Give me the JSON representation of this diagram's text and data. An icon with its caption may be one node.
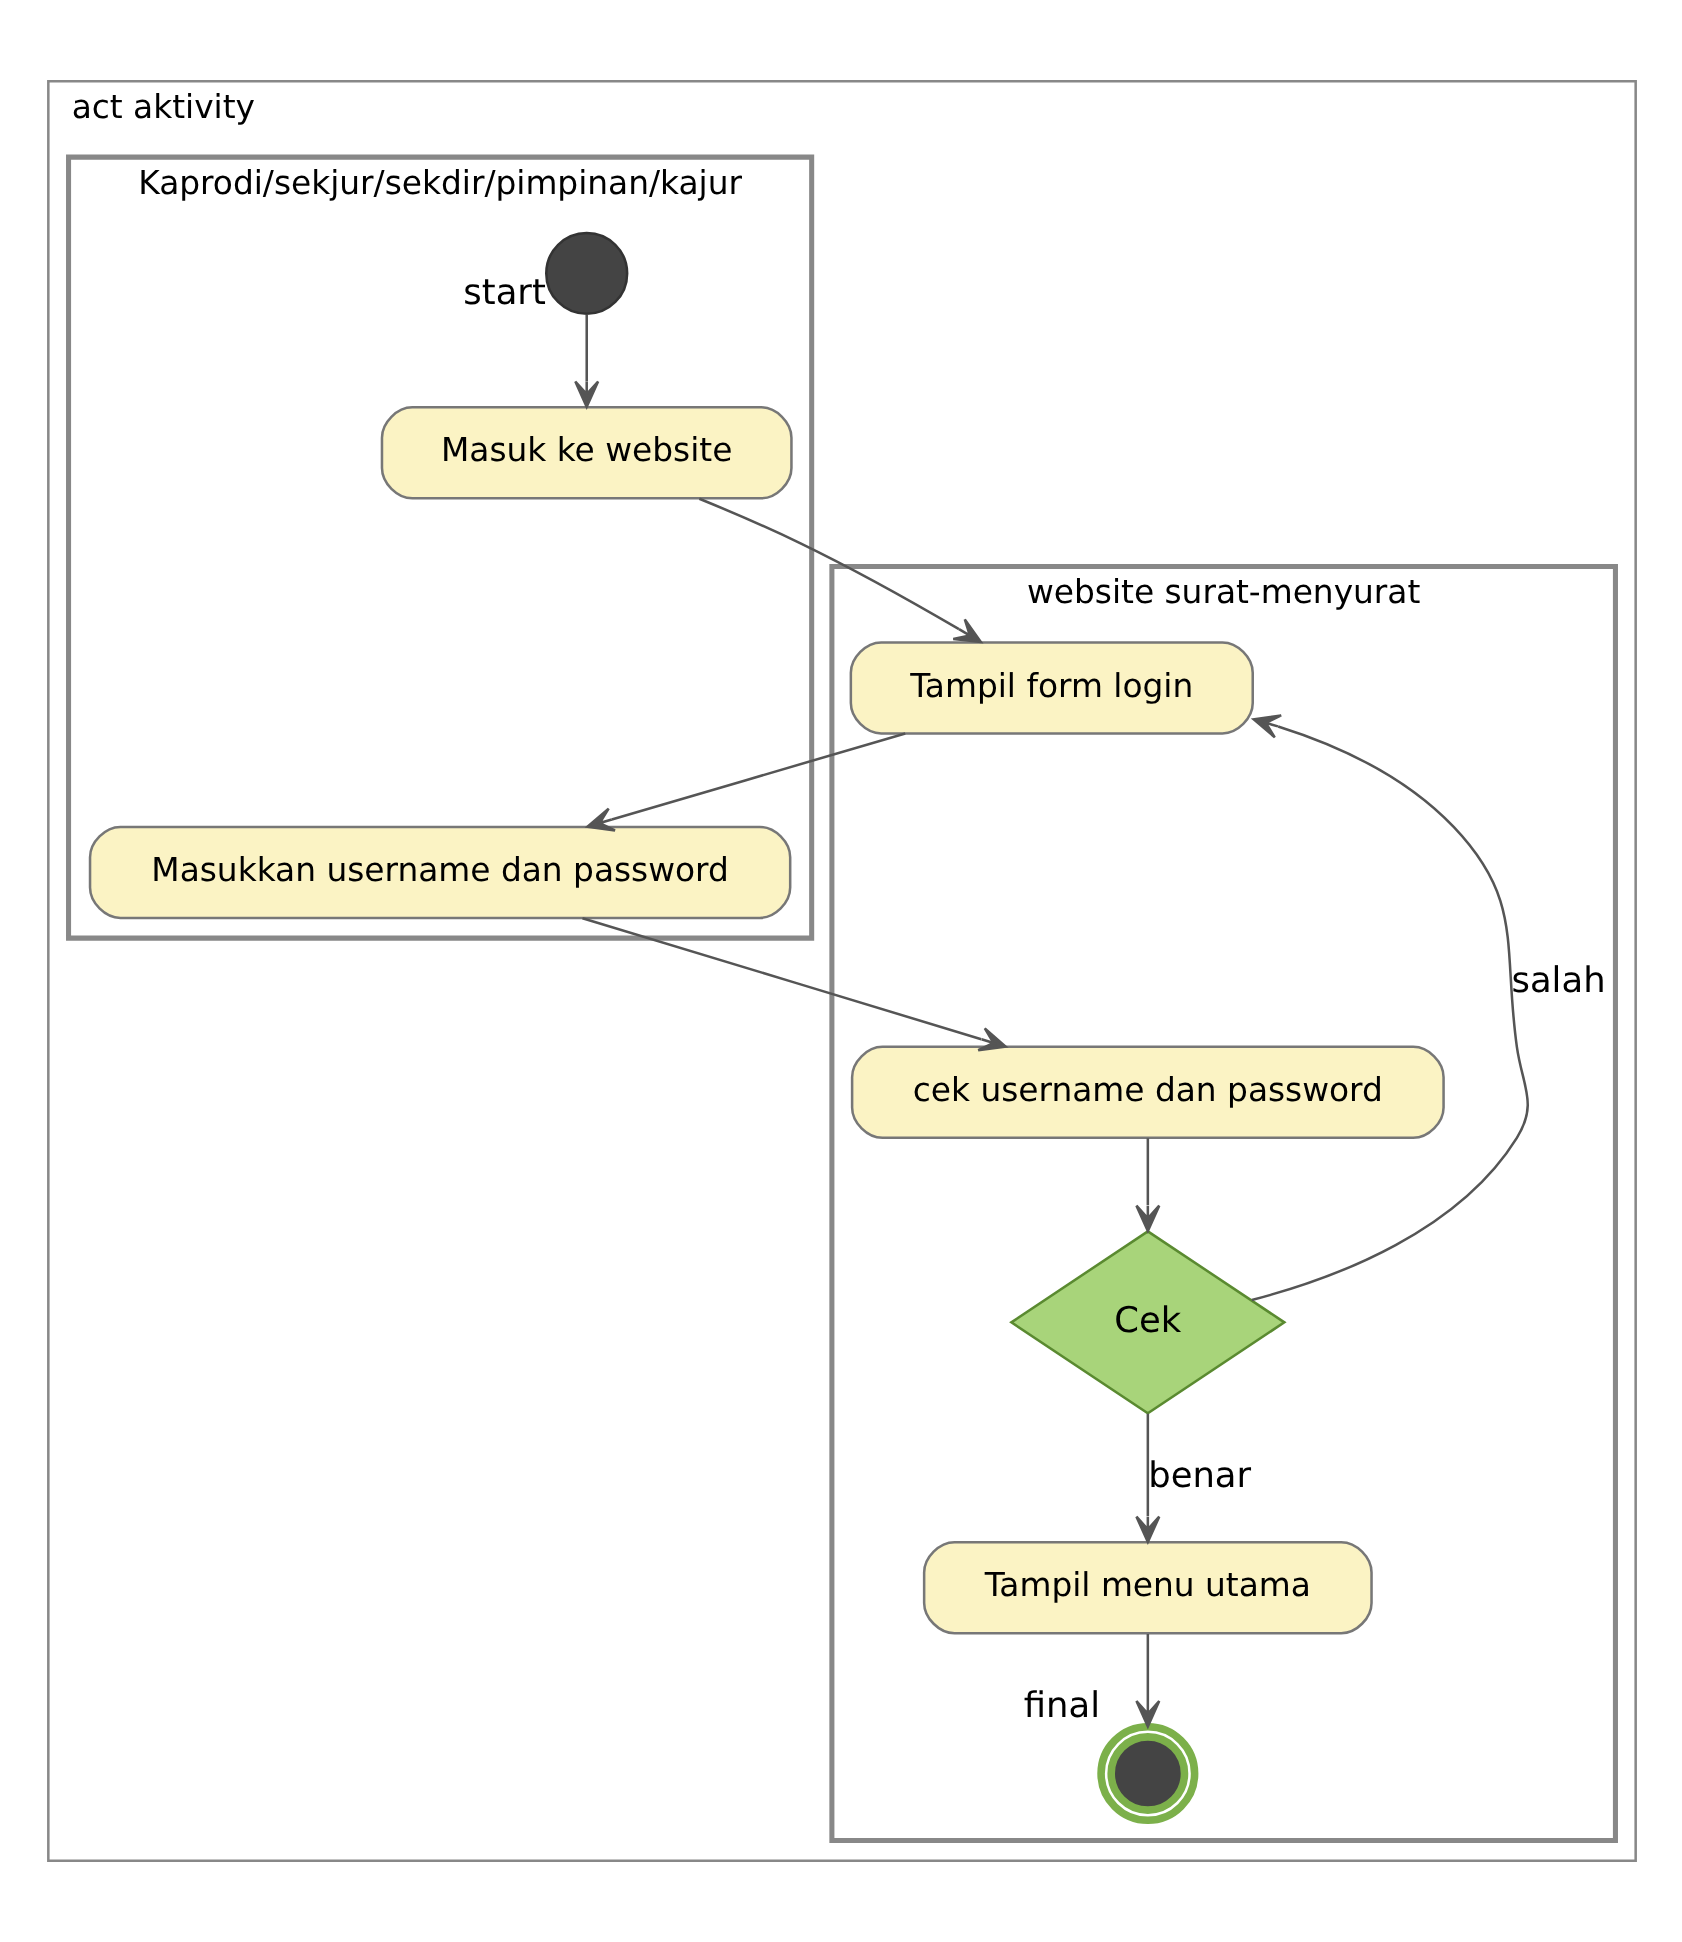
{
  "diagram": {
    "nodes": [
      {
        "text": [
          "act aktivity"
        ]
      },
      {
        "text": [
          "Kaprodi/sekjur/sekdir/pimpinan/kajur"
        ],
        "in": 0
      },
      {
        "text": [
          "website surat-menyurat"
        ],
        "in": 0
      },
      {
        "text": [],
        "shape": "circle",
        "beside": [
          "start"
        ],
        "in": 1
      },
      {
        "text": [
          "Masuk ke website"
        ],
        "in": 1
      },
      {
        "text": [
          "Tampil form login"
        ],
        "in": 2
      },
      {
        "text": [
          "Masukkan username dan password"
        ],
        "in": 1
      },
      {
        "text": [
          "cek username dan password"
        ],
        "in": 2
      },
      {
        "text": [
          "Cek"
        ],
        "in": 2
      },
      {
        "text": [
          "Tampil menu utama"
        ],
        "in": 2
      },
      {
        "text": [],
        "shape": "circle",
        "beside": [
          "final"
        ],
        "in": 2
      }
    ],
    "edges": [
      {
        "from": 3,
        "to": 4,
        "arrow": "to"
      },
      {
        "from": 4,
        "to": 5,
        "arrow": "to"
      },
      {
        "from": 5,
        "to": 6,
        "arrow": "to"
      },
      {
        "from": 6,
        "to": 7,
        "arrow": "to"
      },
      {
        "from": 7,
        "to": 8,
        "arrow": "to"
      },
      {
        "from": 8,
        "to": 5,
        "label": "salah",
        "arrow": "to"
      },
      {
        "from": 8,
        "to": 9,
        "label": "benar",
        "arrow": "to"
      },
      {
        "from": 9,
        "to": 10,
        "arrow": "to"
      }
    ]
  }
}
